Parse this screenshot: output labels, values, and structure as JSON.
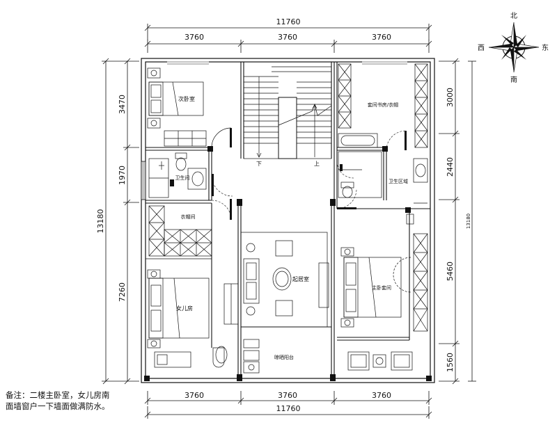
{
  "dimensions": {
    "top_total": "11760",
    "top_segments": [
      "3760",
      "3760",
      "3760"
    ],
    "bottom_total": "11760",
    "bottom_segments": [
      "3760",
      "3760",
      "3760"
    ],
    "left_total": "13180",
    "left_segments": [
      "3470",
      "1970",
      "7260"
    ],
    "right_total": "13180",
    "right_segments": [
      "3000",
      "2440",
      "5460",
      "1560"
    ]
  },
  "compass": {
    "north": "北",
    "south": "南",
    "east": "东",
    "west": "西"
  },
  "rooms": {
    "secondary_bedroom": "次卧室",
    "bathroom_left": "卫生间",
    "wardrobe_left": "衣帽间",
    "daughter_room": "女儿房",
    "living_room": "起居室",
    "balcony": "晾晒阳台",
    "study_wardrobe": "套间书房/衣帽",
    "bath_area": "卫生区域",
    "master_suite": "主卧套间"
  },
  "stairs": {
    "down": "下",
    "up": "上"
  },
  "note": {
    "line1": "备注：二楼主卧室，女儿房南",
    "line2": "面墙窗户一下墙面做满防水。"
  },
  "colors": {
    "line": "#111111",
    "door": "#444444",
    "wall": "#111111"
  }
}
